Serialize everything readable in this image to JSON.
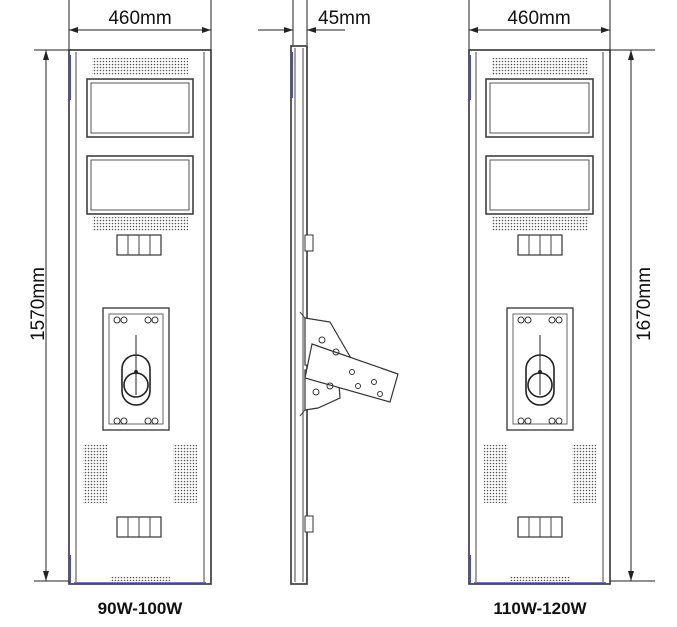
{
  "dimensions": {
    "left_width": "460mm",
    "side_depth": "45mm",
    "right_width": "460mm",
    "left_height": "1570mm",
    "right_height": "1670mm"
  },
  "captions": {
    "left_model": "90W-100W",
    "right_model": "110W-120W"
  },
  "colors": {
    "line": "#333333",
    "edge_accent": "#4a4ac8"
  }
}
